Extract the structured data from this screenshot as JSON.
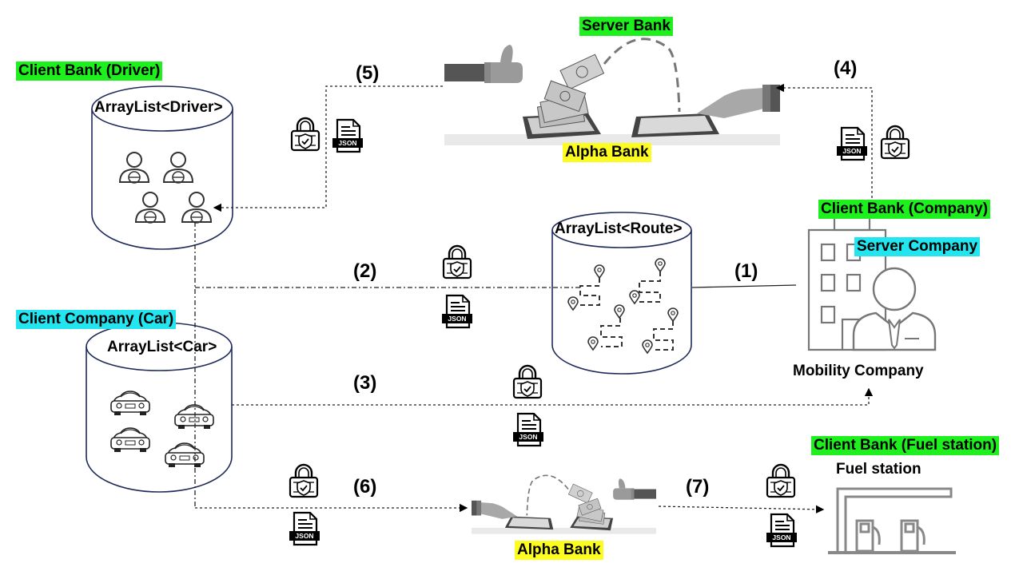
{
  "labels": {
    "server_bank": "Server Bank",
    "client_bank_driver": "Client Bank (Driver)",
    "client_bank_company": "Client Bank (Company)",
    "server_company": "Server Company",
    "client_company_car": "Client Company (Car)",
    "client_bank_fuel": "Client Bank (Fuel station)",
    "alpha_bank_top": "Alpha Bank",
    "alpha_bank_bottom": "Alpha Bank",
    "mobility_company": "Mobility Company",
    "fuel_station": "Fuel station"
  },
  "stores": {
    "driver": "ArrayList<Driver>",
    "route": "ArrayList<Route>",
    "car": "ArrayList<Car>"
  },
  "steps": [
    "(1)",
    "(2)",
    "(3)",
    "(4)",
    "(5)",
    "(6)",
    "(7)"
  ],
  "json_badge": "JSON",
  "colors": {
    "green_tag": "#1ef01e",
    "cyan_tag": "#22e5f0",
    "yellow_tag": "#fdfc20"
  }
}
